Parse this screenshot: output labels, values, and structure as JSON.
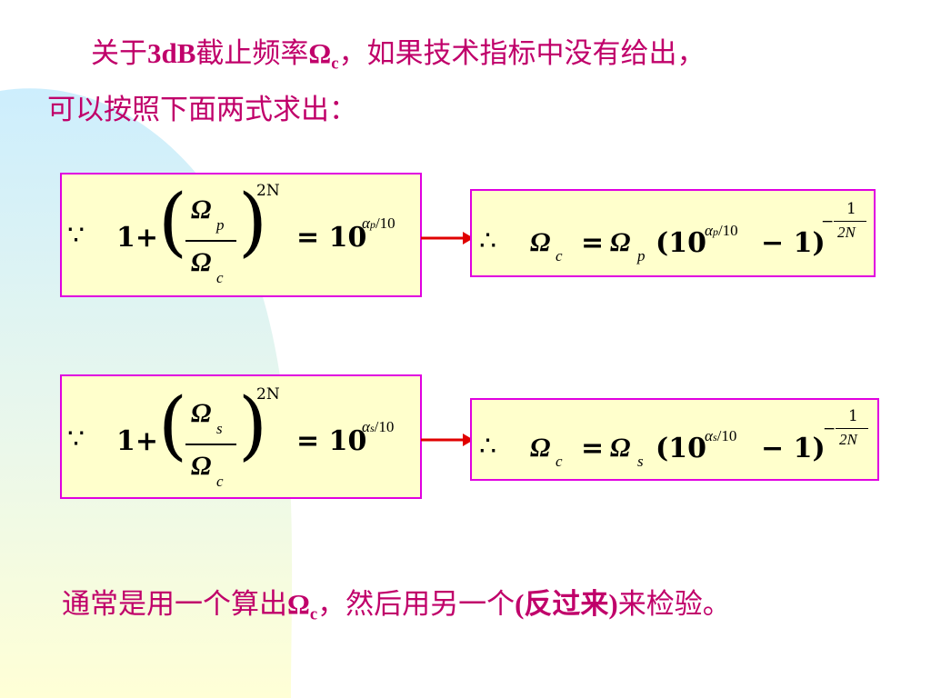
{
  "title": {
    "line1_prefix": "关于",
    "line1_bold": "3dB",
    "line1_mid": "截止频率",
    "omega": "Ω",
    "sub_c": "c",
    "line1_suffix": "，如果技术指标中没有给出，",
    "line2": "可以按照下面两式求出："
  },
  "eq1": {
    "because": "∵",
    "one_plus": "1+",
    "num": "Ω",
    "num_sub": "p",
    "den": "Ω",
    "den_sub": "c",
    "exp": "2N",
    "rhs": "= 10",
    "rhs_exp_alpha": "α",
    "rhs_exp_sub": "p",
    "rhs_exp_tail": "/10"
  },
  "res1": {
    "therefore": "∴",
    "lhs": "Ω",
    "lhs_sub": "c",
    "eq": "=",
    "omega": "Ω",
    "omega_sub": "p",
    "paren_open": "(10",
    "exp_alpha": "α",
    "exp_sub": "p",
    "exp_tail": "/10",
    "minus_one": "− 1)",
    "outer_minus": "−",
    "outer_num": "1",
    "outer_den": "2N"
  },
  "eq2": {
    "because": "∵",
    "one_plus": "1+",
    "num": "Ω",
    "num_sub": "s",
    "den": "Ω",
    "den_sub": "c",
    "exp": "2N",
    "rhs": "= 10",
    "rhs_exp_alpha": "α",
    "rhs_exp_sub": "s",
    "rhs_exp_tail": "/10"
  },
  "res2": {
    "therefore": "∴",
    "lhs": "Ω",
    "lhs_sub": "c",
    "eq": "=",
    "omega": "Ω",
    "omega_sub": "s",
    "paren_open": "(10",
    "exp_alpha": "α",
    "exp_sub": "s",
    "exp_tail": "/10",
    "minus_one": "− 1)",
    "outer_minus": "−",
    "outer_num": "1",
    "outer_den": "2N"
  },
  "footer": {
    "prefix": "通常是用一个算出",
    "omega": "Ω",
    "sub_c": "c",
    "middle": "，然后用另一个",
    "paren": "(反过来)",
    "suffix": "来检验。"
  },
  "colors": {
    "accent_text": "#c0006a",
    "box_fill": "#ffffcc",
    "box_border": "#e000e0",
    "arrow": "#e00000",
    "bg_blue": "#cfeefc",
    "bg_yellow": "#ffffd9"
  }
}
